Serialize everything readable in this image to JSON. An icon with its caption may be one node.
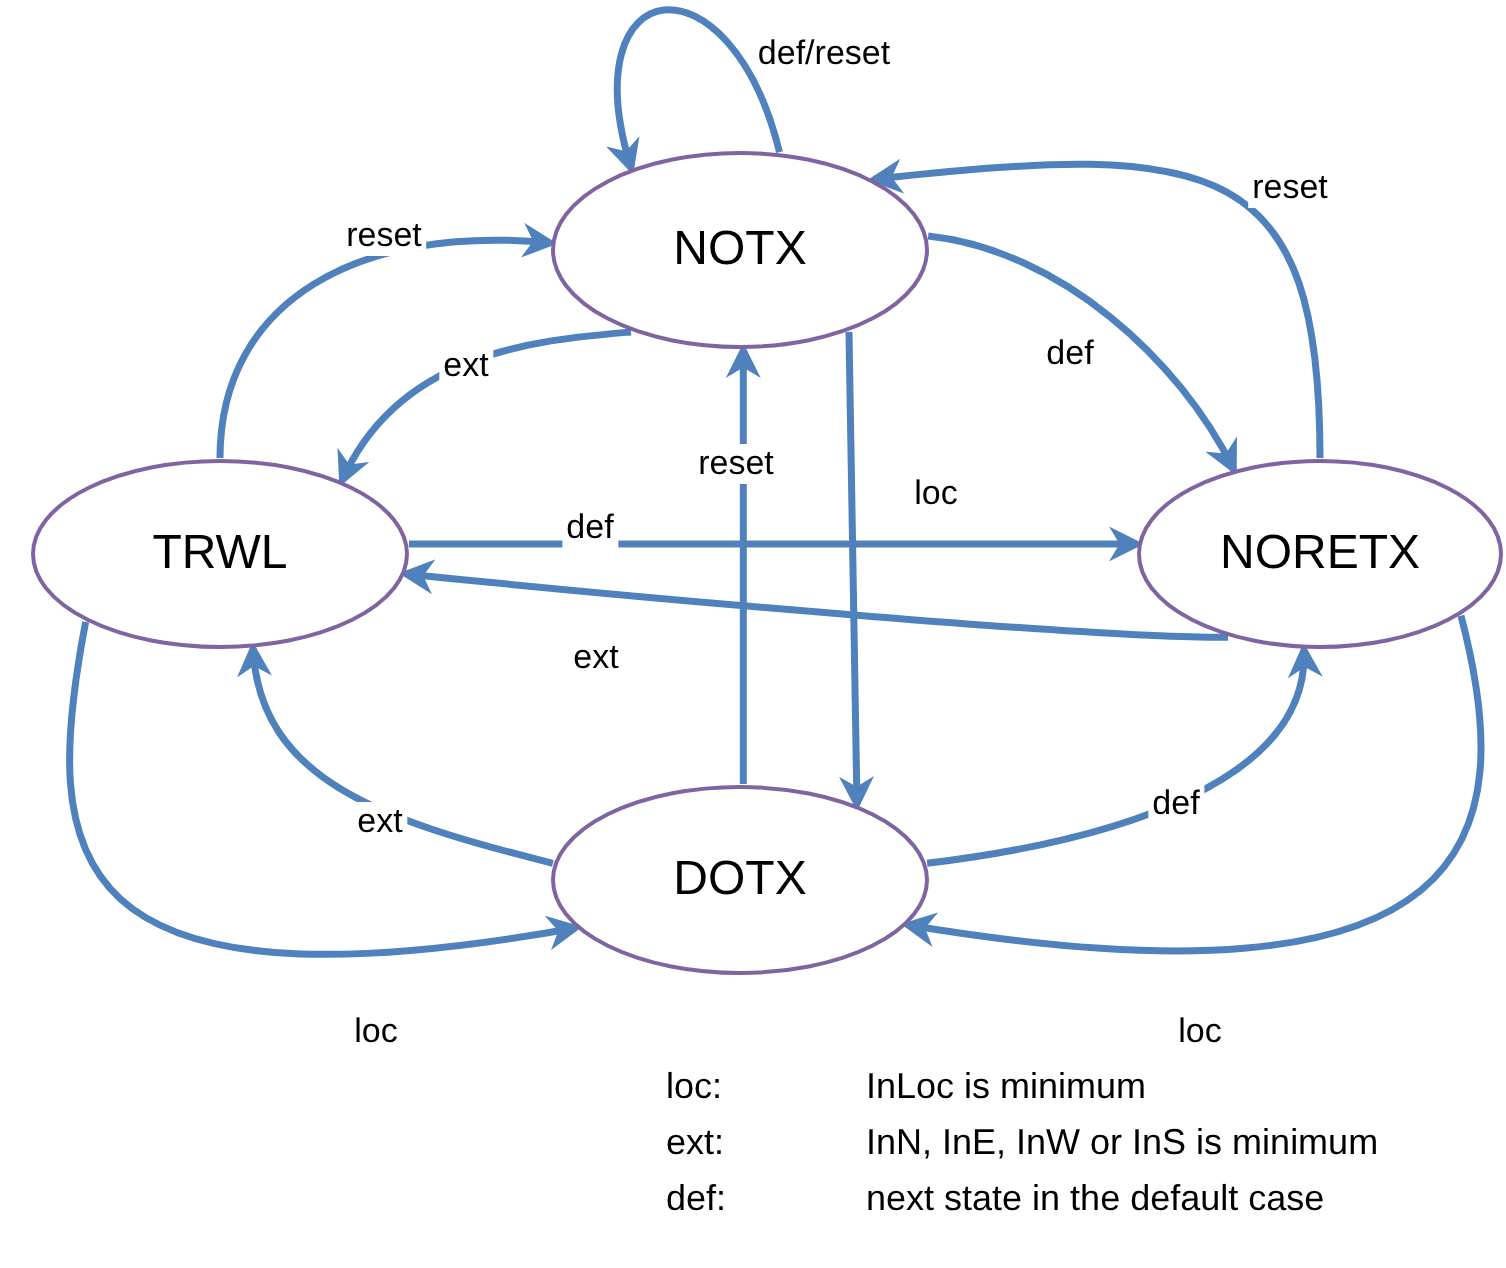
{
  "diagram": {
    "nodes": [
      {
        "text": [
          "NOTX"
        ]
      },
      {
        "text": [
          "TRWL"
        ]
      },
      {
        "text": [
          "NORETX"
        ]
      },
      {
        "text": [
          "DOTX"
        ]
      }
    ],
    "edges": [
      {
        "from": 0,
        "to": 0,
        "label": "def/reset",
        "arrow": "to"
      },
      {
        "from": 1,
        "to": 0,
        "label": "reset",
        "arrow": "to"
      },
      {
        "from": 0,
        "to": 1,
        "label": "ext",
        "arrow": "to"
      },
      {
        "from": 0,
        "to": 2,
        "label": "def",
        "arrow": "to"
      },
      {
        "from": 2,
        "to": 0,
        "label": "reset",
        "arrow": "to"
      },
      {
        "from": 1,
        "to": 2,
        "label": "def",
        "arrow": "to"
      },
      {
        "from": 2,
        "to": 1,
        "label": "ext",
        "arrow": "to"
      },
      {
        "from": 3,
        "to": 0,
        "label": "reset",
        "arrow": "to"
      },
      {
        "from": 0,
        "to": 3,
        "label": "loc",
        "arrow": "to"
      },
      {
        "from": 3,
        "to": 1,
        "label": "ext",
        "arrow": "to"
      },
      {
        "from": 3,
        "to": 2,
        "label": "def",
        "arrow": "to"
      },
      {
        "from": 1,
        "to": 3,
        "label": "loc",
        "arrow": "to"
      },
      {
        "from": 2,
        "to": 3,
        "label": "loc",
        "arrow": "to"
      }
    ],
    "labels": [
      "loc:",
      "InLoc is minimum",
      "ext:",
      "InN, InE, InW or InS is minimum",
      "def:",
      "next state in the default case"
    ]
  }
}
